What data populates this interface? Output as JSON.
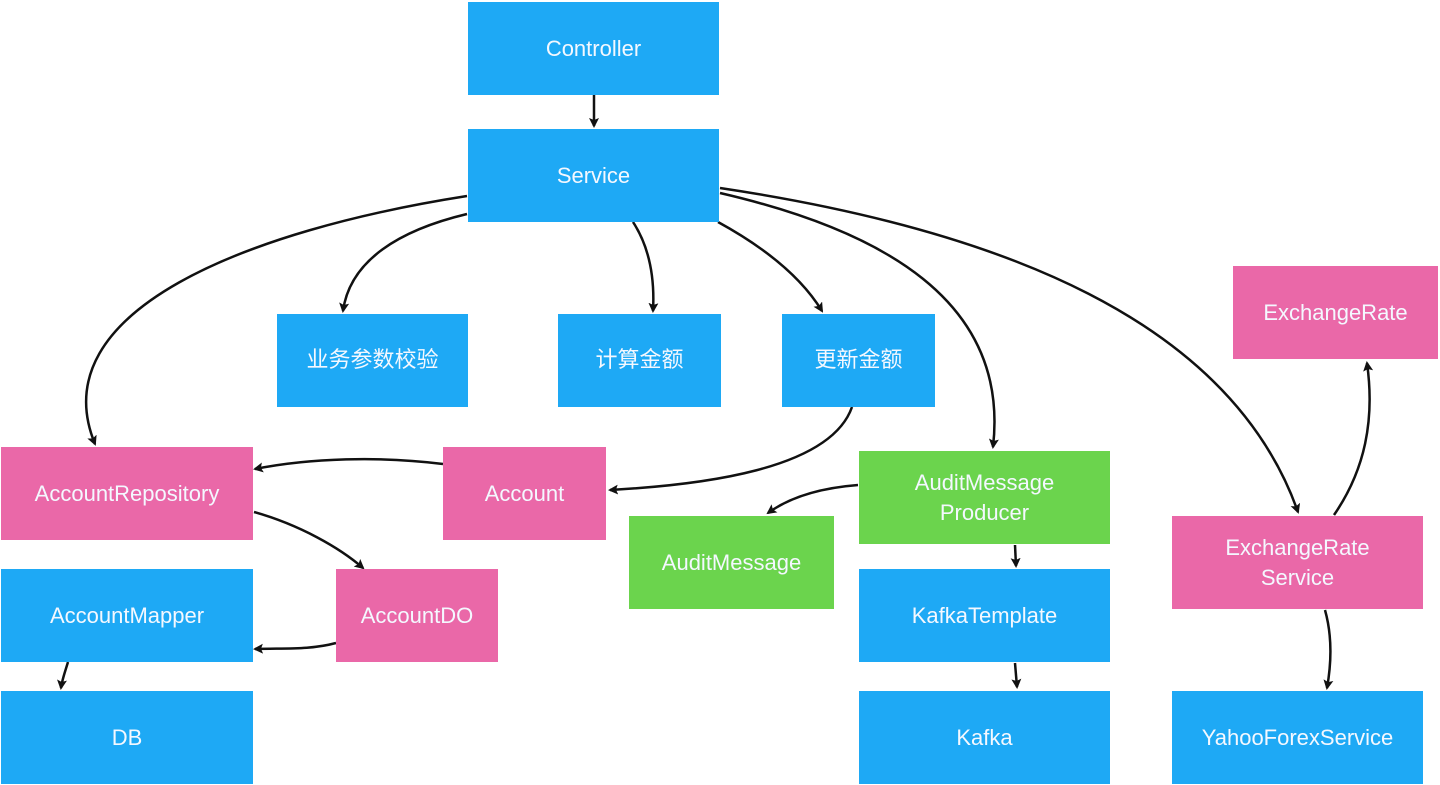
{
  "title": "Service layer dependency diagram",
  "colors": {
    "layer": "#1ea9f5",
    "domain": "#ea68a8",
    "messaging": "#6bd44d",
    "edge": "#111111",
    "text": "#f4f8ff"
  },
  "nodes": {
    "controller": "Controller",
    "service": "Service",
    "validate": "业务参数校验",
    "calc": "计算金额",
    "update": "更新金额",
    "account_repository": "AccountRepository",
    "account": "Account",
    "audit_producer": "AuditMessage\nProducer",
    "exchange_rate": "ExchangeRate",
    "audit_message": "AuditMessage",
    "exchange_rate_service": "ExchangeRate\nService",
    "account_mapper": "AccountMapper",
    "account_do": "AccountDO",
    "kafka_template": "KafkaTemplate",
    "db": "DB",
    "kafka": "Kafka",
    "yahoo": "YahooForexService"
  },
  "edges": [
    {
      "from": "Controller",
      "to": "Service"
    },
    {
      "from": "Service",
      "to": "业务参数校验"
    },
    {
      "from": "Service",
      "to": "计算金额"
    },
    {
      "from": "Service",
      "to": "更新金额"
    },
    {
      "from": "Service",
      "to": "AccountRepository"
    },
    {
      "from": "Service",
      "to": "AuditMessageProducer"
    },
    {
      "from": "Service",
      "to": "ExchangeRateService"
    },
    {
      "from": "更新金额",
      "to": "Account"
    },
    {
      "from": "Account",
      "to": "AccountRepository"
    },
    {
      "from": "AccountRepository",
      "to": "AccountDO"
    },
    {
      "from": "AccountDO",
      "to": "AccountMapper"
    },
    {
      "from": "AccountMapper",
      "to": "DB"
    },
    {
      "from": "AuditMessageProducer",
      "to": "AuditMessage"
    },
    {
      "from": "AuditMessageProducer",
      "to": "KafkaTemplate"
    },
    {
      "from": "KafkaTemplate",
      "to": "Kafka"
    },
    {
      "from": "ExchangeRateService",
      "to": "ExchangeRate"
    },
    {
      "from": "ExchangeRateService",
      "to": "YahooForexService"
    }
  ]
}
